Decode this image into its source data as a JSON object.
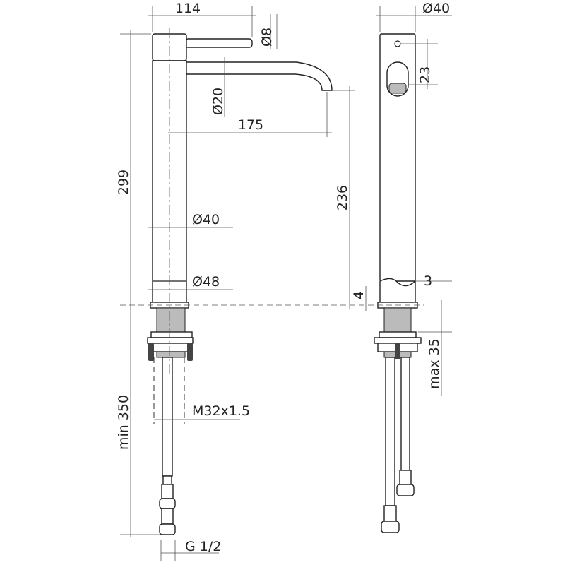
{
  "dimensions": {
    "spout_reach_lever": "114",
    "lever_diameter": "Ø8",
    "top_diameter_side": "Ø40",
    "aerator_offset": "23",
    "spout_diameter": "Ø20",
    "spout_reach": "175",
    "total_height": "299",
    "spout_height": "236",
    "body_diameter": "Ø40",
    "base_diameter": "Ø48",
    "base_height": "4",
    "base_gap": "3",
    "max_deck_thickness": "max 35",
    "min_hose_length": "min 350",
    "thread_size": "M32x1.5",
    "connection_size": "G 1/2"
  }
}
